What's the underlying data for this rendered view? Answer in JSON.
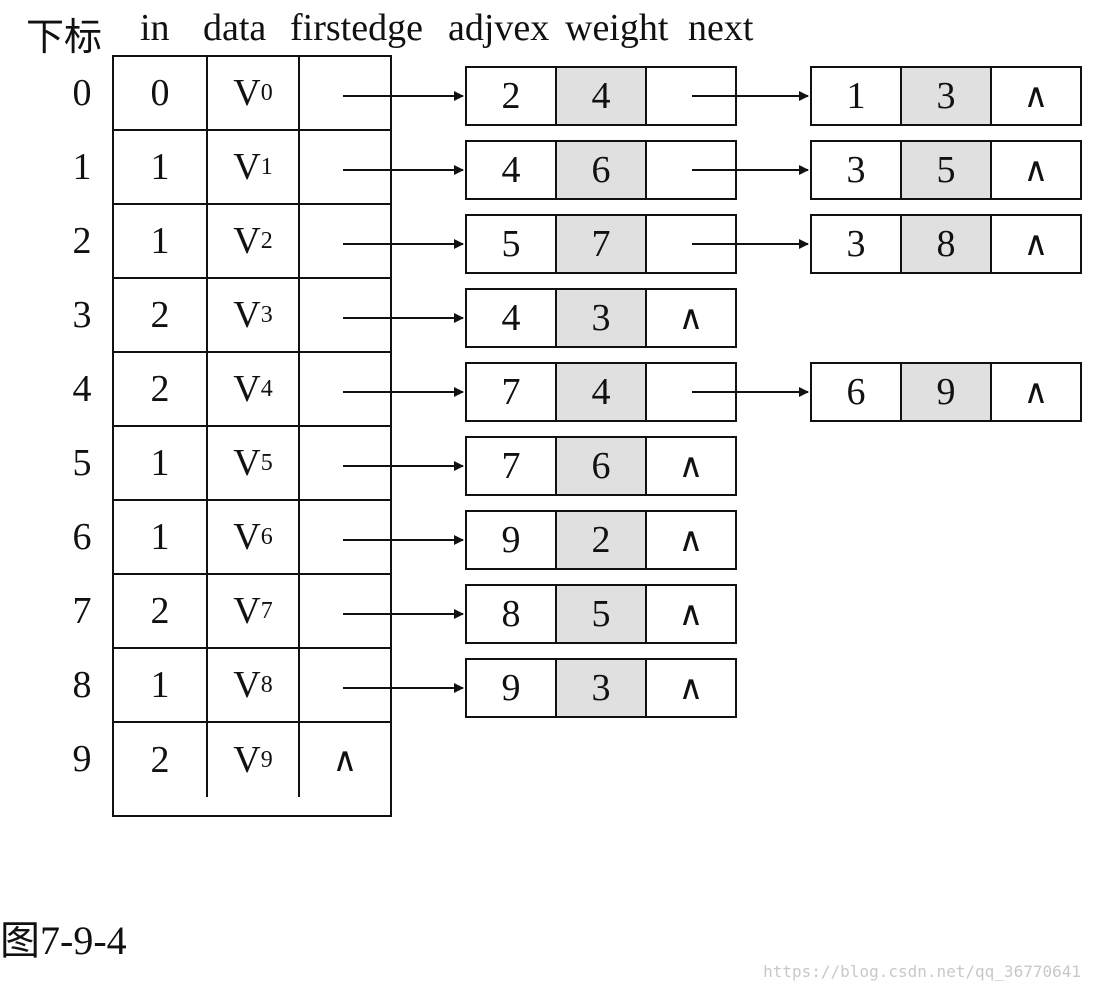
{
  "headers": {
    "index": "下标",
    "in": "in",
    "data": "data",
    "firstedge": "firstedge",
    "adjvex": "adjvex",
    "weight": "weight",
    "next": "next"
  },
  "null_symbol": "∧",
  "vertices": [
    {
      "index": "0",
      "in": "0",
      "name": "V",
      "sub": "0"
    },
    {
      "index": "1",
      "in": "1",
      "name": "V",
      "sub": "1"
    },
    {
      "index": "2",
      "in": "1",
      "name": "V",
      "sub": "2"
    },
    {
      "index": "3",
      "in": "2",
      "name": "V",
      "sub": "3"
    },
    {
      "index": "4",
      "in": "2",
      "name": "V",
      "sub": "4"
    },
    {
      "index": "5",
      "in": "1",
      "name": "V",
      "sub": "5"
    },
    {
      "index": "6",
      "in": "1",
      "name": "V",
      "sub": "6"
    },
    {
      "index": "7",
      "in": "2",
      "name": "V",
      "sub": "7"
    },
    {
      "index": "8",
      "in": "1",
      "name": "V",
      "sub": "8"
    },
    {
      "index": "9",
      "in": "2",
      "name": "V",
      "sub": "9"
    }
  ],
  "edges": [
    [
      {
        "adjvex": "2",
        "weight": "4"
      },
      {
        "adjvex": "1",
        "weight": "3"
      }
    ],
    [
      {
        "adjvex": "4",
        "weight": "6"
      },
      {
        "adjvex": "3",
        "weight": "5"
      }
    ],
    [
      {
        "adjvex": "5",
        "weight": "7"
      },
      {
        "adjvex": "3",
        "weight": "8"
      }
    ],
    [
      {
        "adjvex": "4",
        "weight": "3"
      }
    ],
    [
      {
        "adjvex": "7",
        "weight": "4"
      },
      {
        "adjvex": "6",
        "weight": "9"
      }
    ],
    [
      {
        "adjvex": "7",
        "weight": "6"
      }
    ],
    [
      {
        "adjvex": "9",
        "weight": "2"
      }
    ],
    [
      {
        "adjvex": "8",
        "weight": "5"
      }
    ],
    [
      {
        "adjvex": "9",
        "weight": "3"
      }
    ],
    []
  ],
  "caption": "图7-9-4",
  "watermark": "https://blog.csdn.net/qq_36770641"
}
